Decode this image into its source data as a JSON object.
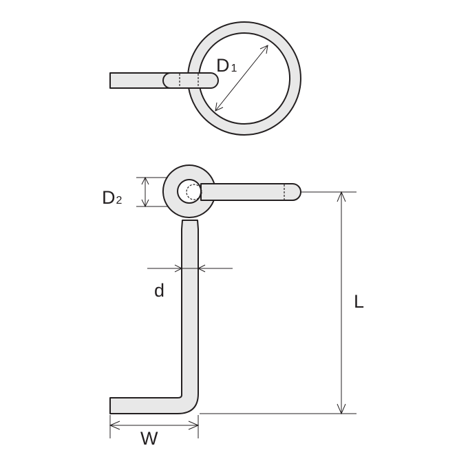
{
  "labels": {
    "d1_letter": "D",
    "d1_sub": "1",
    "d2_letter": "D",
    "d2_sub": "2",
    "d": "d",
    "l": "L",
    "w": "W"
  },
  "colors": {
    "line": "#231f20",
    "fill": "#e8e8e8",
    "background": "#ffffff"
  }
}
